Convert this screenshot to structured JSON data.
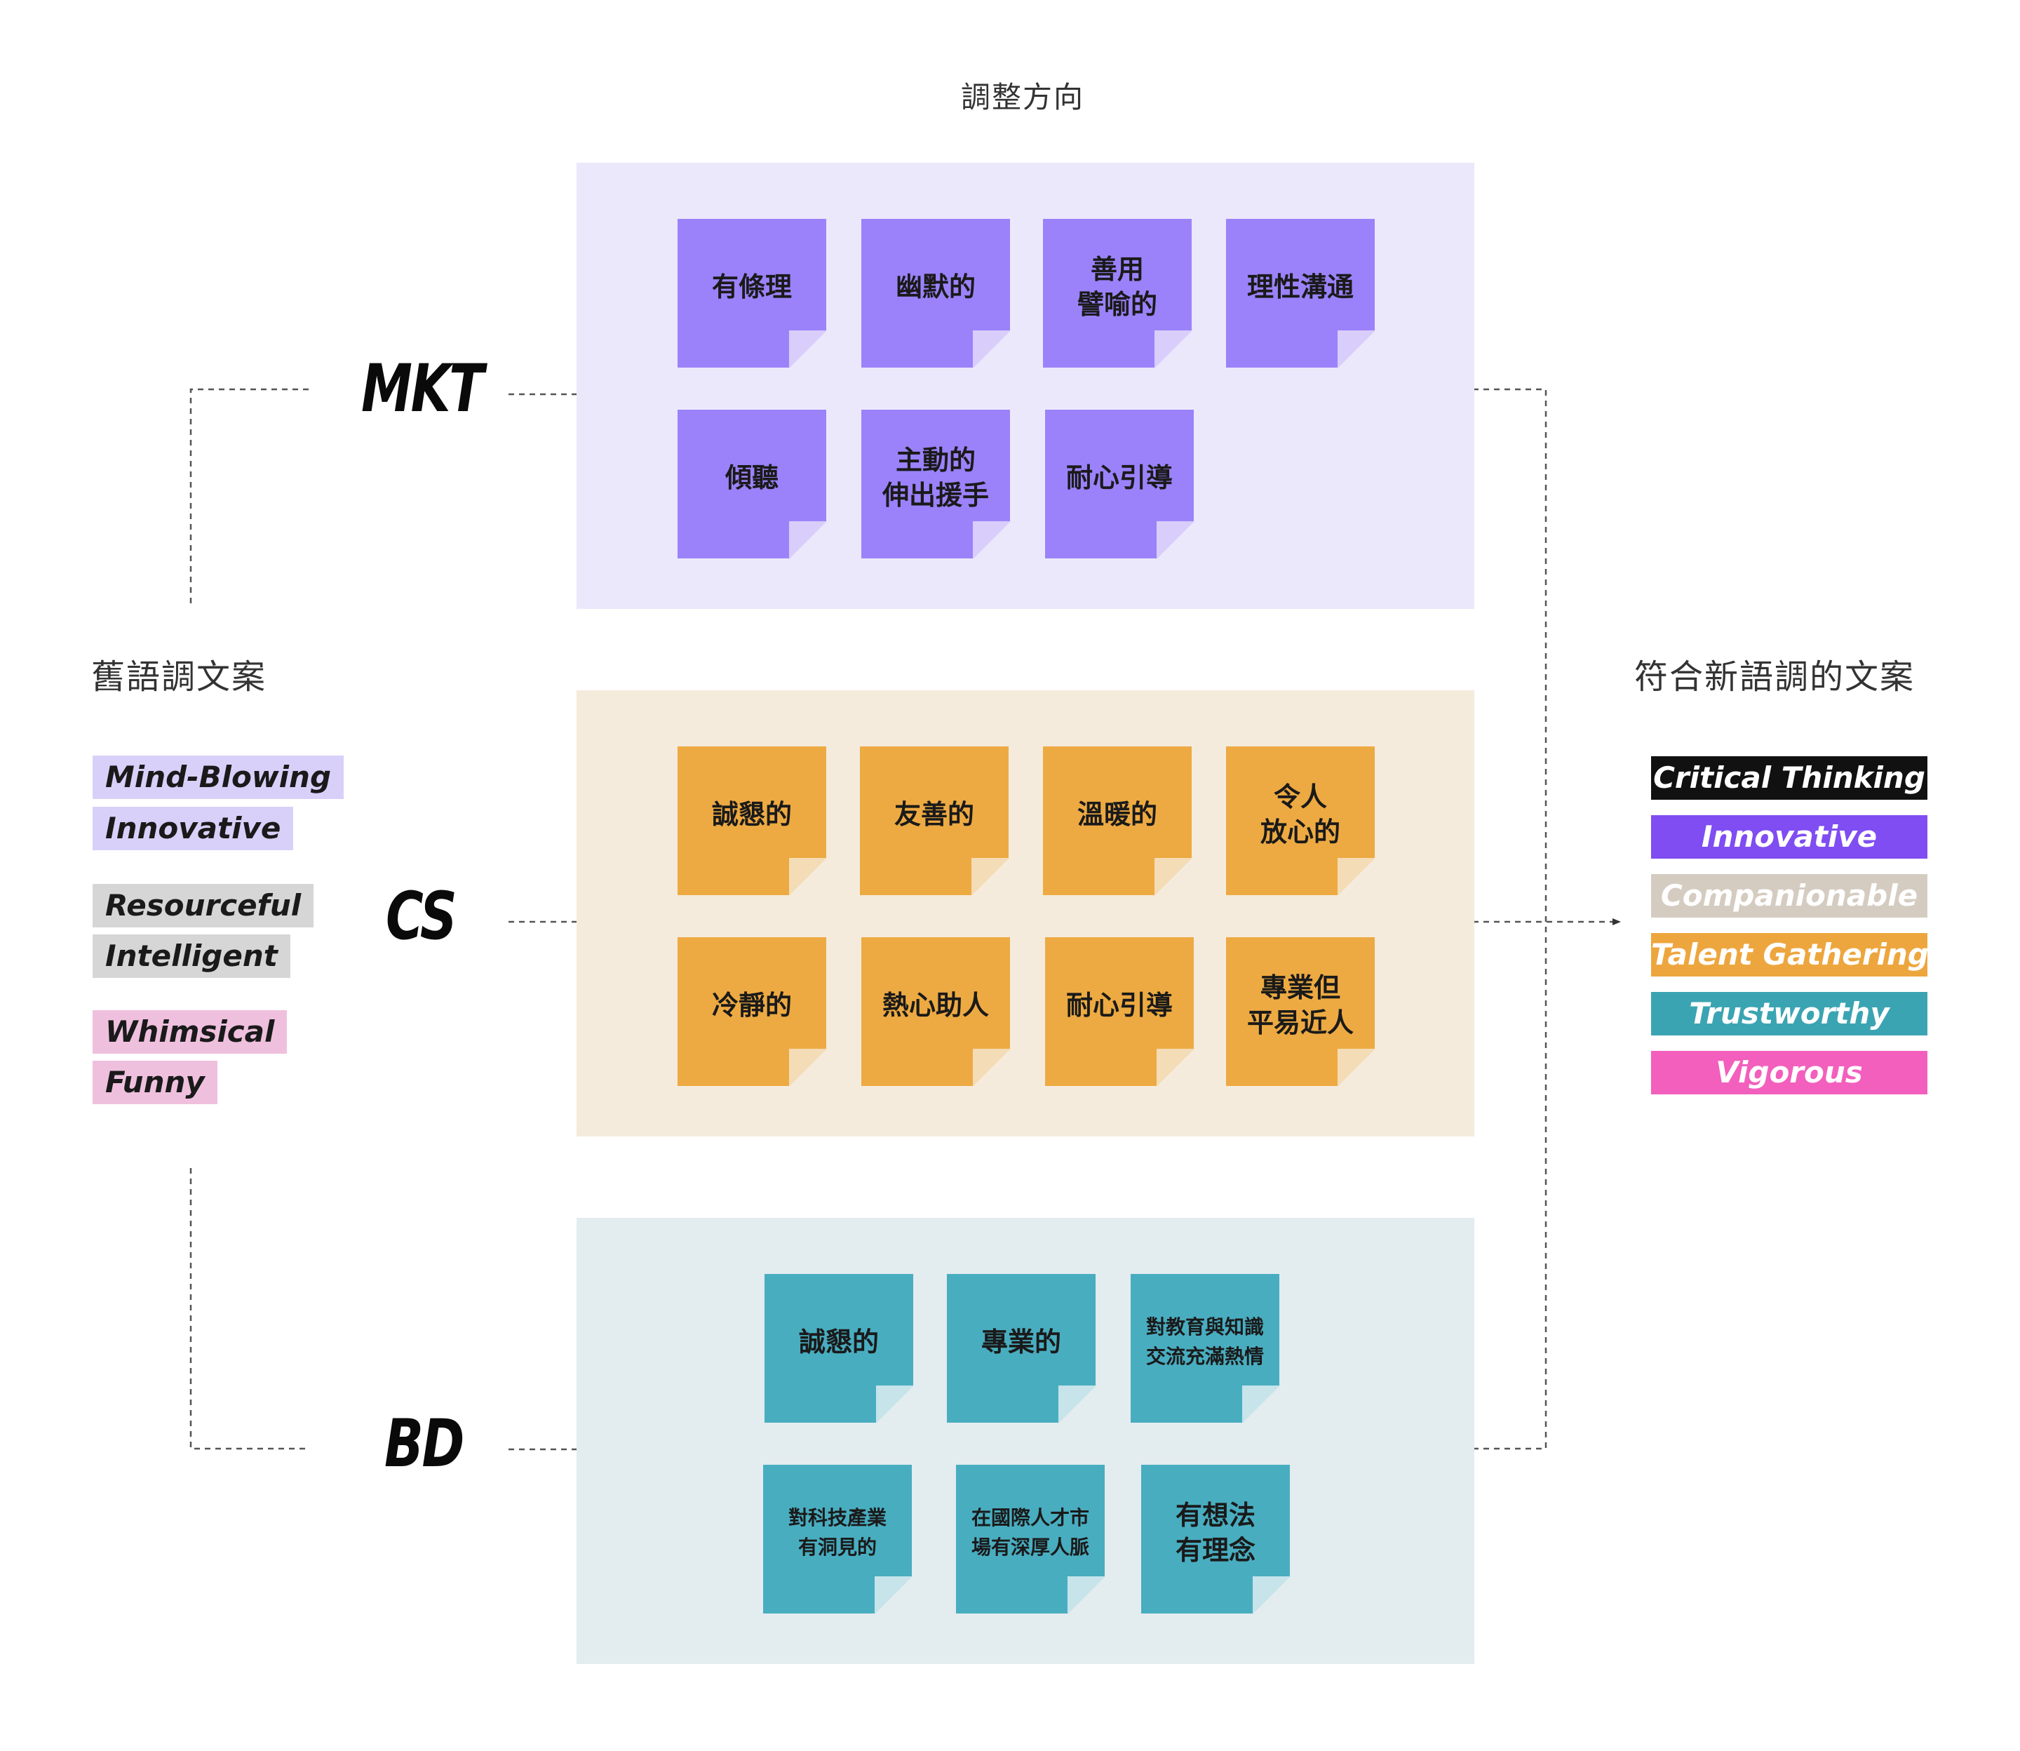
{
  "headings": {
    "top": "調整方向",
    "left": "舊語調文案",
    "right": "符合新語調的文案"
  },
  "departments": {
    "mkt": "MKT",
    "cs": "CS",
    "bd": "BD"
  },
  "colors": {
    "mkt_panel": "#ECE8FB",
    "mkt_note": "#9B82FA",
    "mkt_fold": "#D8CDFB",
    "cs_panel": "#F5EBDD",
    "cs_note": "#EDAA42",
    "cs_fold": "#F4DDB6",
    "bd_panel": "#E3ECEF",
    "bd_note": "#49ADC0",
    "bd_fold": "#C6E4EA",
    "connector": "#555555"
  },
  "mkt_notes": [
    "有條理",
    "幽默的",
    "善用\n譬喻的",
    "理性溝通",
    "傾聽",
    "主動的\n伸出援手",
    "耐心引導"
  ],
  "cs_notes": [
    "誠懇的",
    "友善的",
    "溫暖的",
    "令人\n放心的",
    "冷靜的",
    "熱心助人",
    "耐心引導",
    "專業但\n平易近人"
  ],
  "bd_notes": [
    "誠懇的",
    "專業的",
    "對教育與知識\n交流充滿熱情",
    "對科技產業\n有洞見的",
    "在國際人才市\n場有深厚人脈",
    "有想法\n有理念"
  ],
  "old_tags": [
    {
      "label": "Mind-Blowing",
      "color": "#D9D0FA"
    },
    {
      "label": "Innovative",
      "color": "#D9D0FA"
    },
    {
      "label": "Resourceful",
      "color": "#D6D6D6"
    },
    {
      "label": "Intelligent",
      "color": "#D6D6D6"
    },
    {
      "label": "Whimsical",
      "color": "#EFC0DE"
    },
    {
      "label": "Funny",
      "color": "#EFC0DE"
    }
  ],
  "new_tags": [
    {
      "label": "Critical Thinking",
      "color": "#111111"
    },
    {
      "label": "Innovative",
      "color": "#7F4DF2"
    },
    {
      "label": "Companionable",
      "color": "#D5CCC1"
    },
    {
      "label": "Talent Gathering",
      "color": "#EDA63E"
    },
    {
      "label": "Trustworthy",
      "color": "#3BA4B2"
    },
    {
      "label": "Vigorous",
      "color": "#F35FBD"
    }
  ]
}
